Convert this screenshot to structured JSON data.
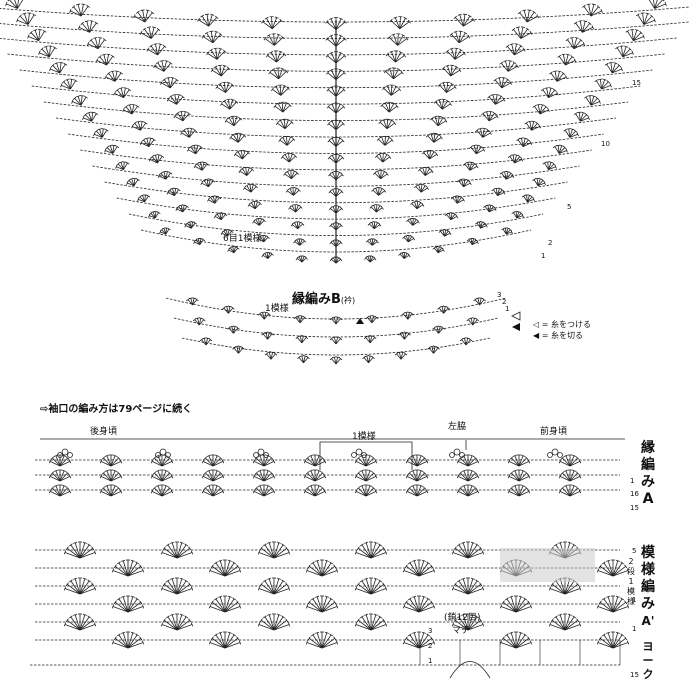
{
  "yoke": {
    "repeat_label": "6目1模様",
    "row_numbers": [
      "15",
      "10",
      "5",
      "2",
      "1"
    ]
  },
  "edging_b": {
    "title": "縁編みB",
    "title_note": "(衿)",
    "repeat_label": "1模様",
    "row_numbers": [
      "3",
      "2",
      "1"
    ],
    "legend": [
      {
        "symbol": "◁",
        "text": "= 糸をつける"
      },
      {
        "symbol": "◀",
        "text": "= 糸を切る"
      }
    ]
  },
  "note": "⇨袖口の編み方は79ページに続く",
  "body": {
    "back_label": "後身頃",
    "front_label": "前身頃",
    "side_label": "左脇",
    "repeat_label": "1模様",
    "edging_a_label": [
      "縁",
      "編",
      "み",
      "A"
    ],
    "edging_a_rows": [
      "1",
      "16",
      "15"
    ],
    "pattern_label": [
      "模",
      "様",
      "編",
      "み",
      "A'"
    ],
    "pattern_rows": [
      "5",
      "1",
      "1"
    ],
    "pattern_repeat_label": [
      "2",
      "段",
      "1",
      "模",
      "様"
    ],
    "chain_label": "(鎖12目)",
    "gusset_label": "マチ",
    "gusset_rows": [
      "3",
      "2",
      "1"
    ],
    "yoke_label": [
      "ヨ",
      "ー",
      "ク"
    ],
    "yoke_row": "15"
  }
}
